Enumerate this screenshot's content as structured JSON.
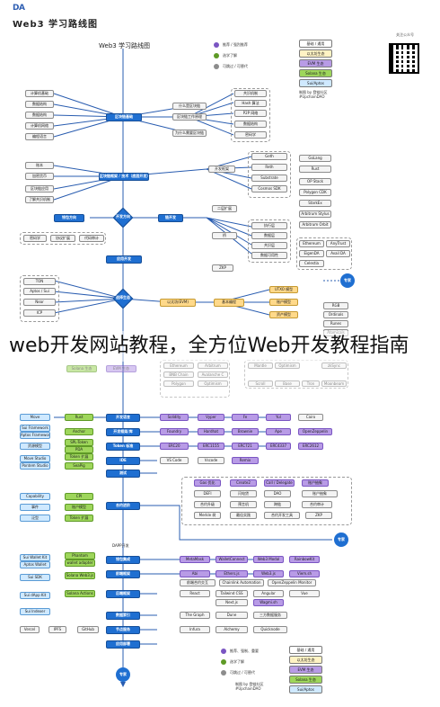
{
  "header": {
    "logo": "DA",
    "title": "Web3 学习路线图"
  },
  "qr": {
    "caption": "关注公众号"
  },
  "map_title": "Web3 学习路线图",
  "legend_top": {
    "items": [
      "推荐 / 强烈推荐",
      "选学了解",
      "可跳过 / 可替代"
    ],
    "colors": [
      "#7a55c2",
      "#5e9a26",
      "#8c8c8c"
    ]
  },
  "swatches_top": [
    "基础 / 通用",
    "以太坊生态",
    "EVM 生态",
    "Solana 生态",
    "Sui/Aptos"
  ],
  "swatch_note": "制图 by 登链社区 #UpchainDAO",
  "section1": {
    "core": "区块链基础",
    "left": [
      "计算机基础",
      "数据结构",
      "数据结构",
      "计算机网络",
      "编程语言"
    ],
    "mid": [
      "什么是区块链",
      "区块链工作原理",
      "为什么需要区块链"
    ],
    "right": [
      "共识机制",
      "Hash 算法",
      "P2P 网络",
      "数据结构",
      "密码学"
    ]
  },
  "section2": {
    "core": "区块链框架 / 技术（底层开发）",
    "left": [
      "账本",
      "加密货币",
      "区块链应用",
      "了解共识机制"
    ],
    "mid": [
      "开发框架"
    ],
    "right1": [
      "Geth",
      "Reth",
      "Substrate",
      "Cosmos SDK"
    ],
    "right2": [
      "GoLang",
      "Rust",
      "OP Stack",
      "Polygon CDK",
      "StarkEx",
      "Arbitrum Stylus",
      "Arbitrum Orbit"
    ]
  },
  "section3": {
    "diamond": "开发方向",
    "left": "钱包方向",
    "right": "链开发",
    "tags": [
      "密码学",
      "协议扩展",
      "代码审计"
    ],
    "mid": [
      "二层扩展",
      "桥",
      "ZKP"
    ],
    "right_items": [
      "执行层",
      "数据层",
      "共识层",
      "数据可用性"
    ],
    "far_right": [
      "Ethereum",
      "AnyTrust",
      "EigenDA",
      "Avail DA",
      "Celestia"
    ],
    "app": "应用开发"
  },
  "section4": {
    "diamond": "选择生态",
    "left": [
      "TON",
      "Aptos / Sui",
      "Near",
      "ICP"
    ],
    "center": "以太坊(EVM)",
    "base": "基本编程",
    "right": [
      "UTXO 模型",
      "账户模型",
      "资产模型"
    ],
    "far_right": [
      "RGB",
      "Ordinals",
      "Runes",
      "Atomicals"
    ],
    "expert": "专家"
  },
  "faded_row": {
    "left": [
      "Solana 生态",
      "EVM 生态"
    ],
    "mid": [
      "Ethereum",
      "Arbitrum",
      "BNB Chain",
      "Avalanche C",
      "Polygon",
      "Optimism"
    ],
    "right": [
      "Mantle",
      "Optimism",
      "zkSync",
      "Scroll",
      "Base",
      "Tron",
      "Moonbeam"
    ]
  },
  "watermark": "web开发网站教程，全方位Web开发教程指南",
  "section5": {
    "core": [
      "开发语言",
      "开发框架/库",
      "Token 标准",
      "IDE",
      "测试"
    ],
    "left": [
      "Move",
      "Sui Framework",
      "Aptos Framework",
      "资源模型",
      "Move Studio",
      "Pontem Studio"
    ],
    "solana": [
      "Rust",
      "Anchor",
      "SPL-Token",
      "PDA",
      "Token 扩展",
      "SeaPig"
    ],
    "evm1": [
      "Solidity",
      "Vyper",
      "Fe",
      "Yul",
      "Cairo"
    ],
    "evm2": [
      "Foundry",
      "Hardhat",
      "Brownie",
      "Ape",
      "OpenZeppelin"
    ],
    "evm3": [
      "ERC20",
      "ERC1155",
      "ERC721",
      "ERC4337",
      "ERC2612"
    ],
    "evm4": [
      "VS Code",
      "Vscode",
      "Remix"
    ],
    "contract": "合约进阶",
    "adv_left": [
      "Capability",
      "事件",
      "泛型"
    ],
    "adv_sol": [
      "CPI",
      "账户模型",
      "Token 扩展"
    ],
    "adv_right": [
      "Gas 优化",
      "Create2",
      "Call / Delegate",
      "账户抽象",
      "DEFI",
      "闪电贷",
      "DAO",
      "账户抽象",
      "合约升级",
      "预言机",
      "跨链",
      "合约审计",
      "Merkle 树",
      "最佳实践",
      "合约开发工具",
      "ZKP"
    ],
    "expert": "专家"
  },
  "section6": {
    "title": "DAPP开发",
    "core": [
      "钱包集成",
      "前端框架",
      "后端框架",
      "数据索引",
      "节点服务",
      "应用部署"
    ],
    "left": [
      "Sui Wallet Kit",
      "Aptos Wallet",
      "Sui SDK",
      "Sui dApp Kit",
      "Sui Indexer",
      "Vercel",
      "IPFS",
      "GitHub"
    ],
    "solana": [
      "Phantom",
      "wallet adapter",
      "Solana Web3.js",
      "Solana Actions"
    ],
    "right": [
      "MetaMask",
      "WalletConnect",
      "Web3 Modal",
      "RainbowKit",
      "Abi",
      "Ethers.js",
      "Web3.js",
      "Viem.sh",
      "前端合约交互",
      "Chainlink Automation",
      "OpenZeppelin Monitor",
      "React",
      "Tailwind CSS",
      "Angular",
      "Vue",
      "Next.js",
      "Wagmi.sh",
      "The Graph",
      "Dune",
      "三方数据服务",
      "Infura",
      "Alchemy",
      "Quicknode"
    ],
    "expert": "专家"
  },
  "legend_bottom": {
    "items": [
      "推荐、强制、重要",
      "选学了解",
      "可跳过 / 可替代"
    ],
    "swatches": [
      "基础 / 通用",
      "以太坊生态",
      "EVM 生态",
      "Solana 生态",
      "Sui/Aptos"
    ],
    "note": "制图 by 登链社区 #UpchainDAO"
  }
}
